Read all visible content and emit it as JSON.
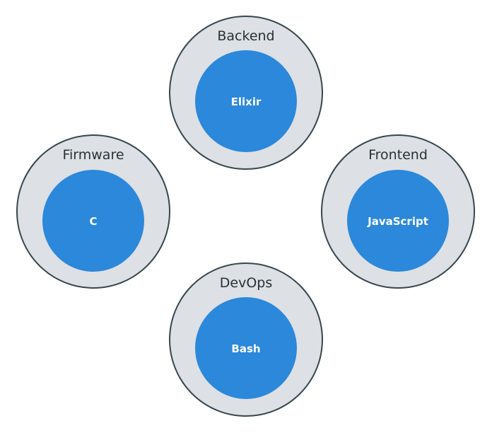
{
  "diagram": {
    "groups": [
      {
        "key": "backend",
        "label": "Backend",
        "tech": "Elixir"
      },
      {
        "key": "firmware",
        "label": "Firmware",
        "tech": "C"
      },
      {
        "key": "frontend",
        "label": "Frontend",
        "tech": "JavaScript"
      },
      {
        "key": "devops",
        "label": "DevOps",
        "tech": "Bash"
      }
    ]
  },
  "colors": {
    "outer_fill": "#dde0e4",
    "outer_stroke": "#37474f",
    "inner_fill": "#2b88da",
    "group_text": "#263238",
    "tech_text": "#ffffff"
  }
}
